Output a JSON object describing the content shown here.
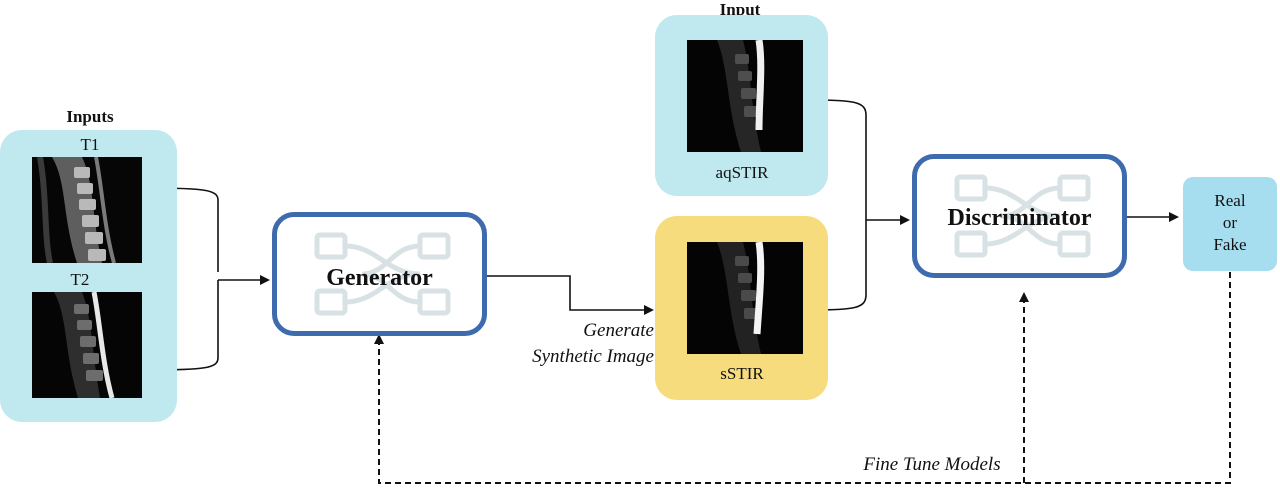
{
  "inputs_panel": {
    "title": "Inputs",
    "t1_label": "T1",
    "t2_label": "T2"
  },
  "input_panel": {
    "title": "Input",
    "image_label": "aqSTIR"
  },
  "synthetic_panel": {
    "image_label": "sSTIR"
  },
  "generator": {
    "label": "Generator"
  },
  "discriminator": {
    "label": "Discriminator"
  },
  "generate_caption": {
    "line1": "Generate",
    "line2": "Synthetic Image"
  },
  "output": {
    "line1": "Real",
    "line2": "or",
    "line3": "Fake"
  },
  "feedback": {
    "label": "Fine Tune Models"
  },
  "colors": {
    "cyan_panel": "#bfe8ef",
    "yellow_panel": "#f6dc7c",
    "model_border": "#3e6aae",
    "output_box": "#a6def0",
    "network_icon": "#d8e2e4"
  }
}
